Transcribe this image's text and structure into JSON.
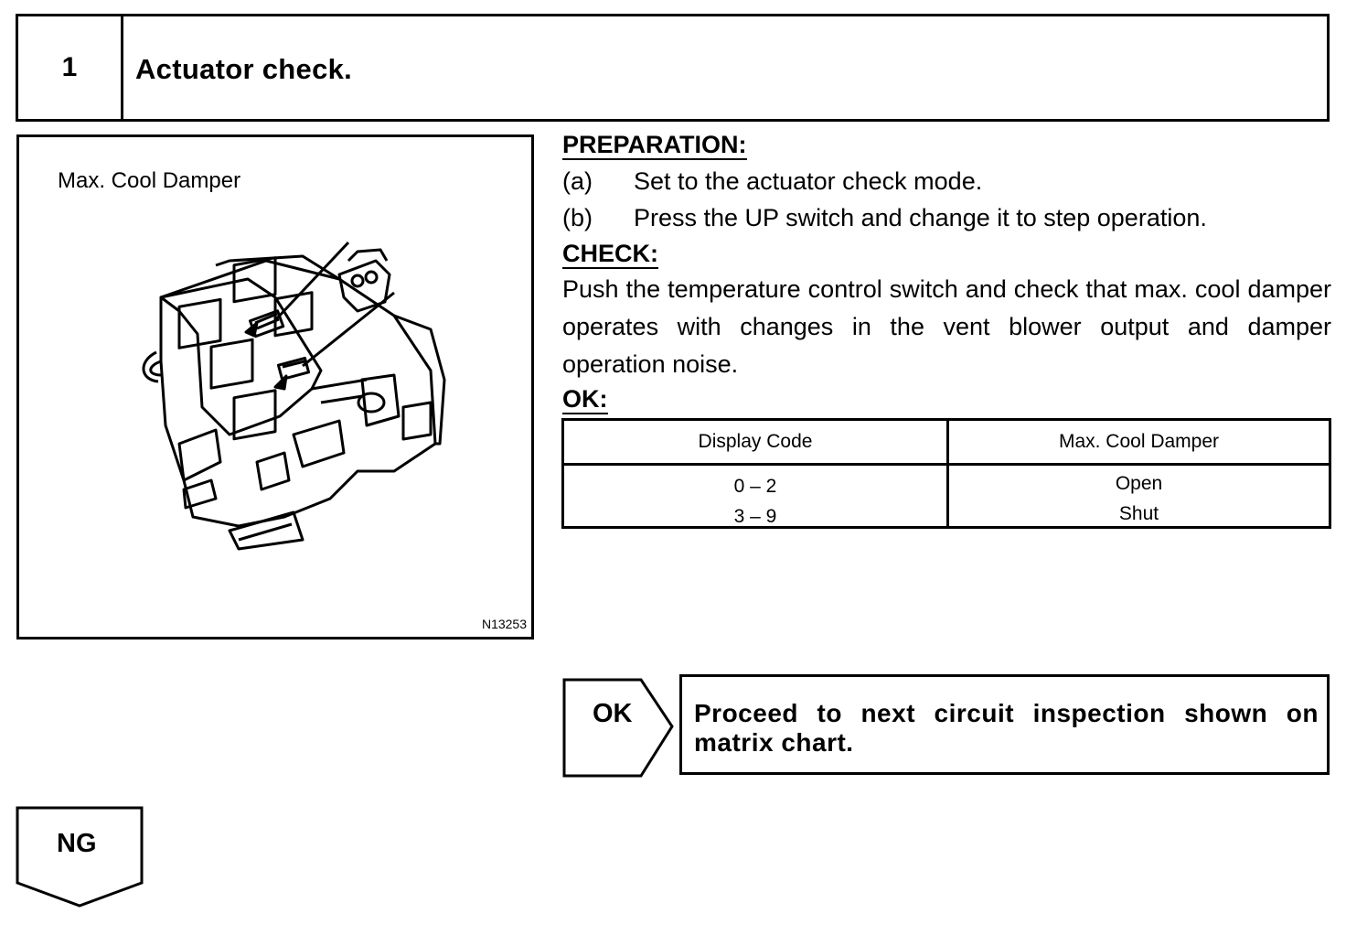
{
  "header": {
    "step_number": "1",
    "title": "Actuator check."
  },
  "figure": {
    "caption": "Max. Cool Damper",
    "code": "N13253"
  },
  "preparation": {
    "heading": "PREPARATION:",
    "items": [
      {
        "tag": "(a)",
        "text": "Set to the actuator check mode."
      },
      {
        "tag": "(b)",
        "text": "Press the UP switch and change it to step operation."
      }
    ]
  },
  "check": {
    "heading": "CHECK:",
    "text": "Push the temperature control switch and check that max. cool damper operates with changes in the vent blower output and damper operation noise."
  },
  "ok_spec": {
    "heading": "OK:",
    "columns": [
      "Display Code",
      "Max. Cool Damper"
    ],
    "rows": [
      [
        "0 – 2",
        "Open"
      ],
      [
        "3 – 9",
        "Shut"
      ]
    ]
  },
  "result_ok": {
    "label": "OK",
    "text": "Proceed to next circuit inspection shown on matrix chart."
  },
  "result_ng": {
    "label": "NG"
  }
}
